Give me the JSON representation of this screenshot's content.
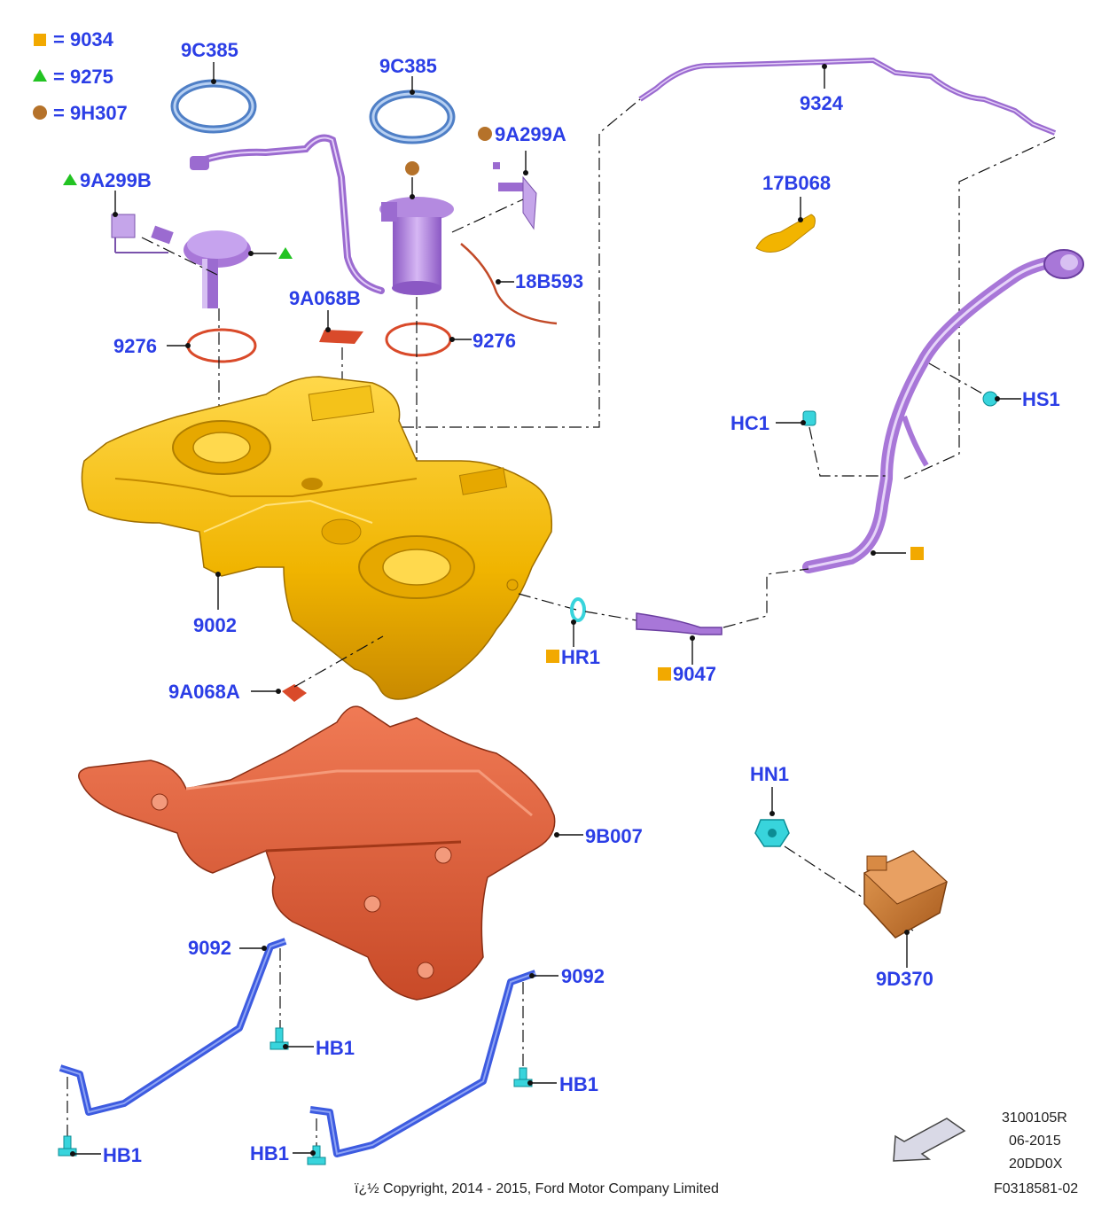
{
  "legend": [
    {
      "shape": "square",
      "color": "#f2a900",
      "text": "= 9034"
    },
    {
      "shape": "triangle",
      "color": "#22c322",
      "text": "= 9275"
    },
    {
      "shape": "circle",
      "color": "#b5722a",
      "text": "= 9H307"
    }
  ],
  "labels": {
    "c9c385_left": "9C385",
    "c9c385_right": "9C385",
    "a9a299a": "9A299A",
    "a9a299b": "9A299B",
    "p9324": "9324",
    "p17b068": "17B068",
    "p18b593": "18B593",
    "p9a068b": "9A068B",
    "p9276_left": "9276",
    "p9276_right": "9276",
    "hs1": "HS1",
    "hc1": "HC1",
    "p9002": "9002",
    "p9a068a": "9A068A",
    "hr1": "HR1",
    "p9047": "9047",
    "p9b007": "9B007",
    "hn1": "HN1",
    "p9d370": "9D370",
    "p9092_left": "9092",
    "p9092_right": "9092",
    "hb1_a": "HB1",
    "hb1_b": "HB1",
    "hb1_c": "HB1",
    "hb1_d": "HB1"
  },
  "footer": {
    "copyright": "ï¿½ Copyright, 2014 - 2015, Ford Motor Company Limited",
    "code1": "3100105R",
    "code2": "06-2015",
    "code3": "20DD0X",
    "code4": "F0318581-02"
  },
  "colors": {
    "label": "#2b3ee6",
    "tank": "#f0b400",
    "shield": "#e0603c",
    "pipe": "#a877d8",
    "strap": "#3d5be0",
    "fastener": "#38d4dc",
    "module": "#cc7a30",
    "gasket": "#d94a2a"
  }
}
